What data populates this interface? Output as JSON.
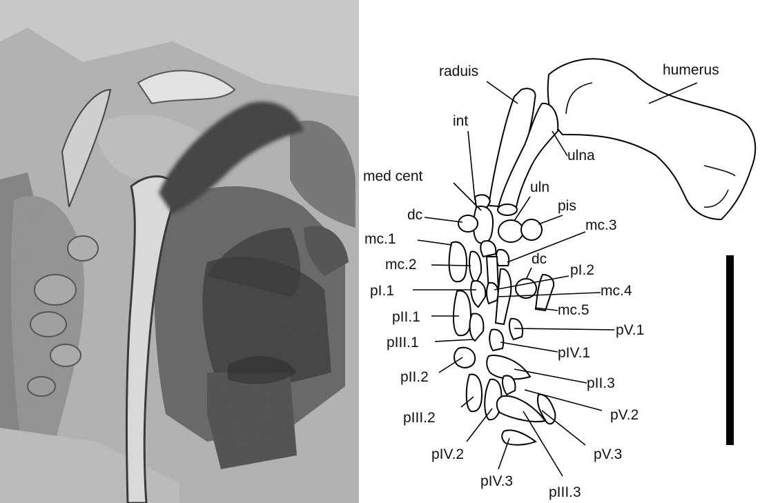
{
  "figure": {
    "photo_description": "fossil",
    "labels": {
      "raduis": "raduis",
      "humerus": "humerus",
      "int": "int",
      "ulna": "ulna",
      "med_cent": "med cent",
      "uln": "uln",
      "pis": "pis",
      "dc_left": "dc",
      "mc1": "mc.1",
      "mc3": "mc.3",
      "mc2": "mc.2",
      "dc_right": "dc",
      "pI2": "pI.2",
      "pI1": "pI.1",
      "mc4": "mc.4",
      "mc5": "mc.5",
      "pII1": "pII.1",
      "pV1": "pV.1",
      "pIII1": "pIII.1",
      "pIV1": "pIV.1",
      "pII2": "pII.2",
      "pII3": "pII.3",
      "pV2": "pV.2",
      "pIII2": "pIII.2",
      "pV3": "pV.3",
      "pIV2": "pIV.2",
      "pIV3": "pIV.3",
      "pIII3": "pIII.3"
    }
  }
}
